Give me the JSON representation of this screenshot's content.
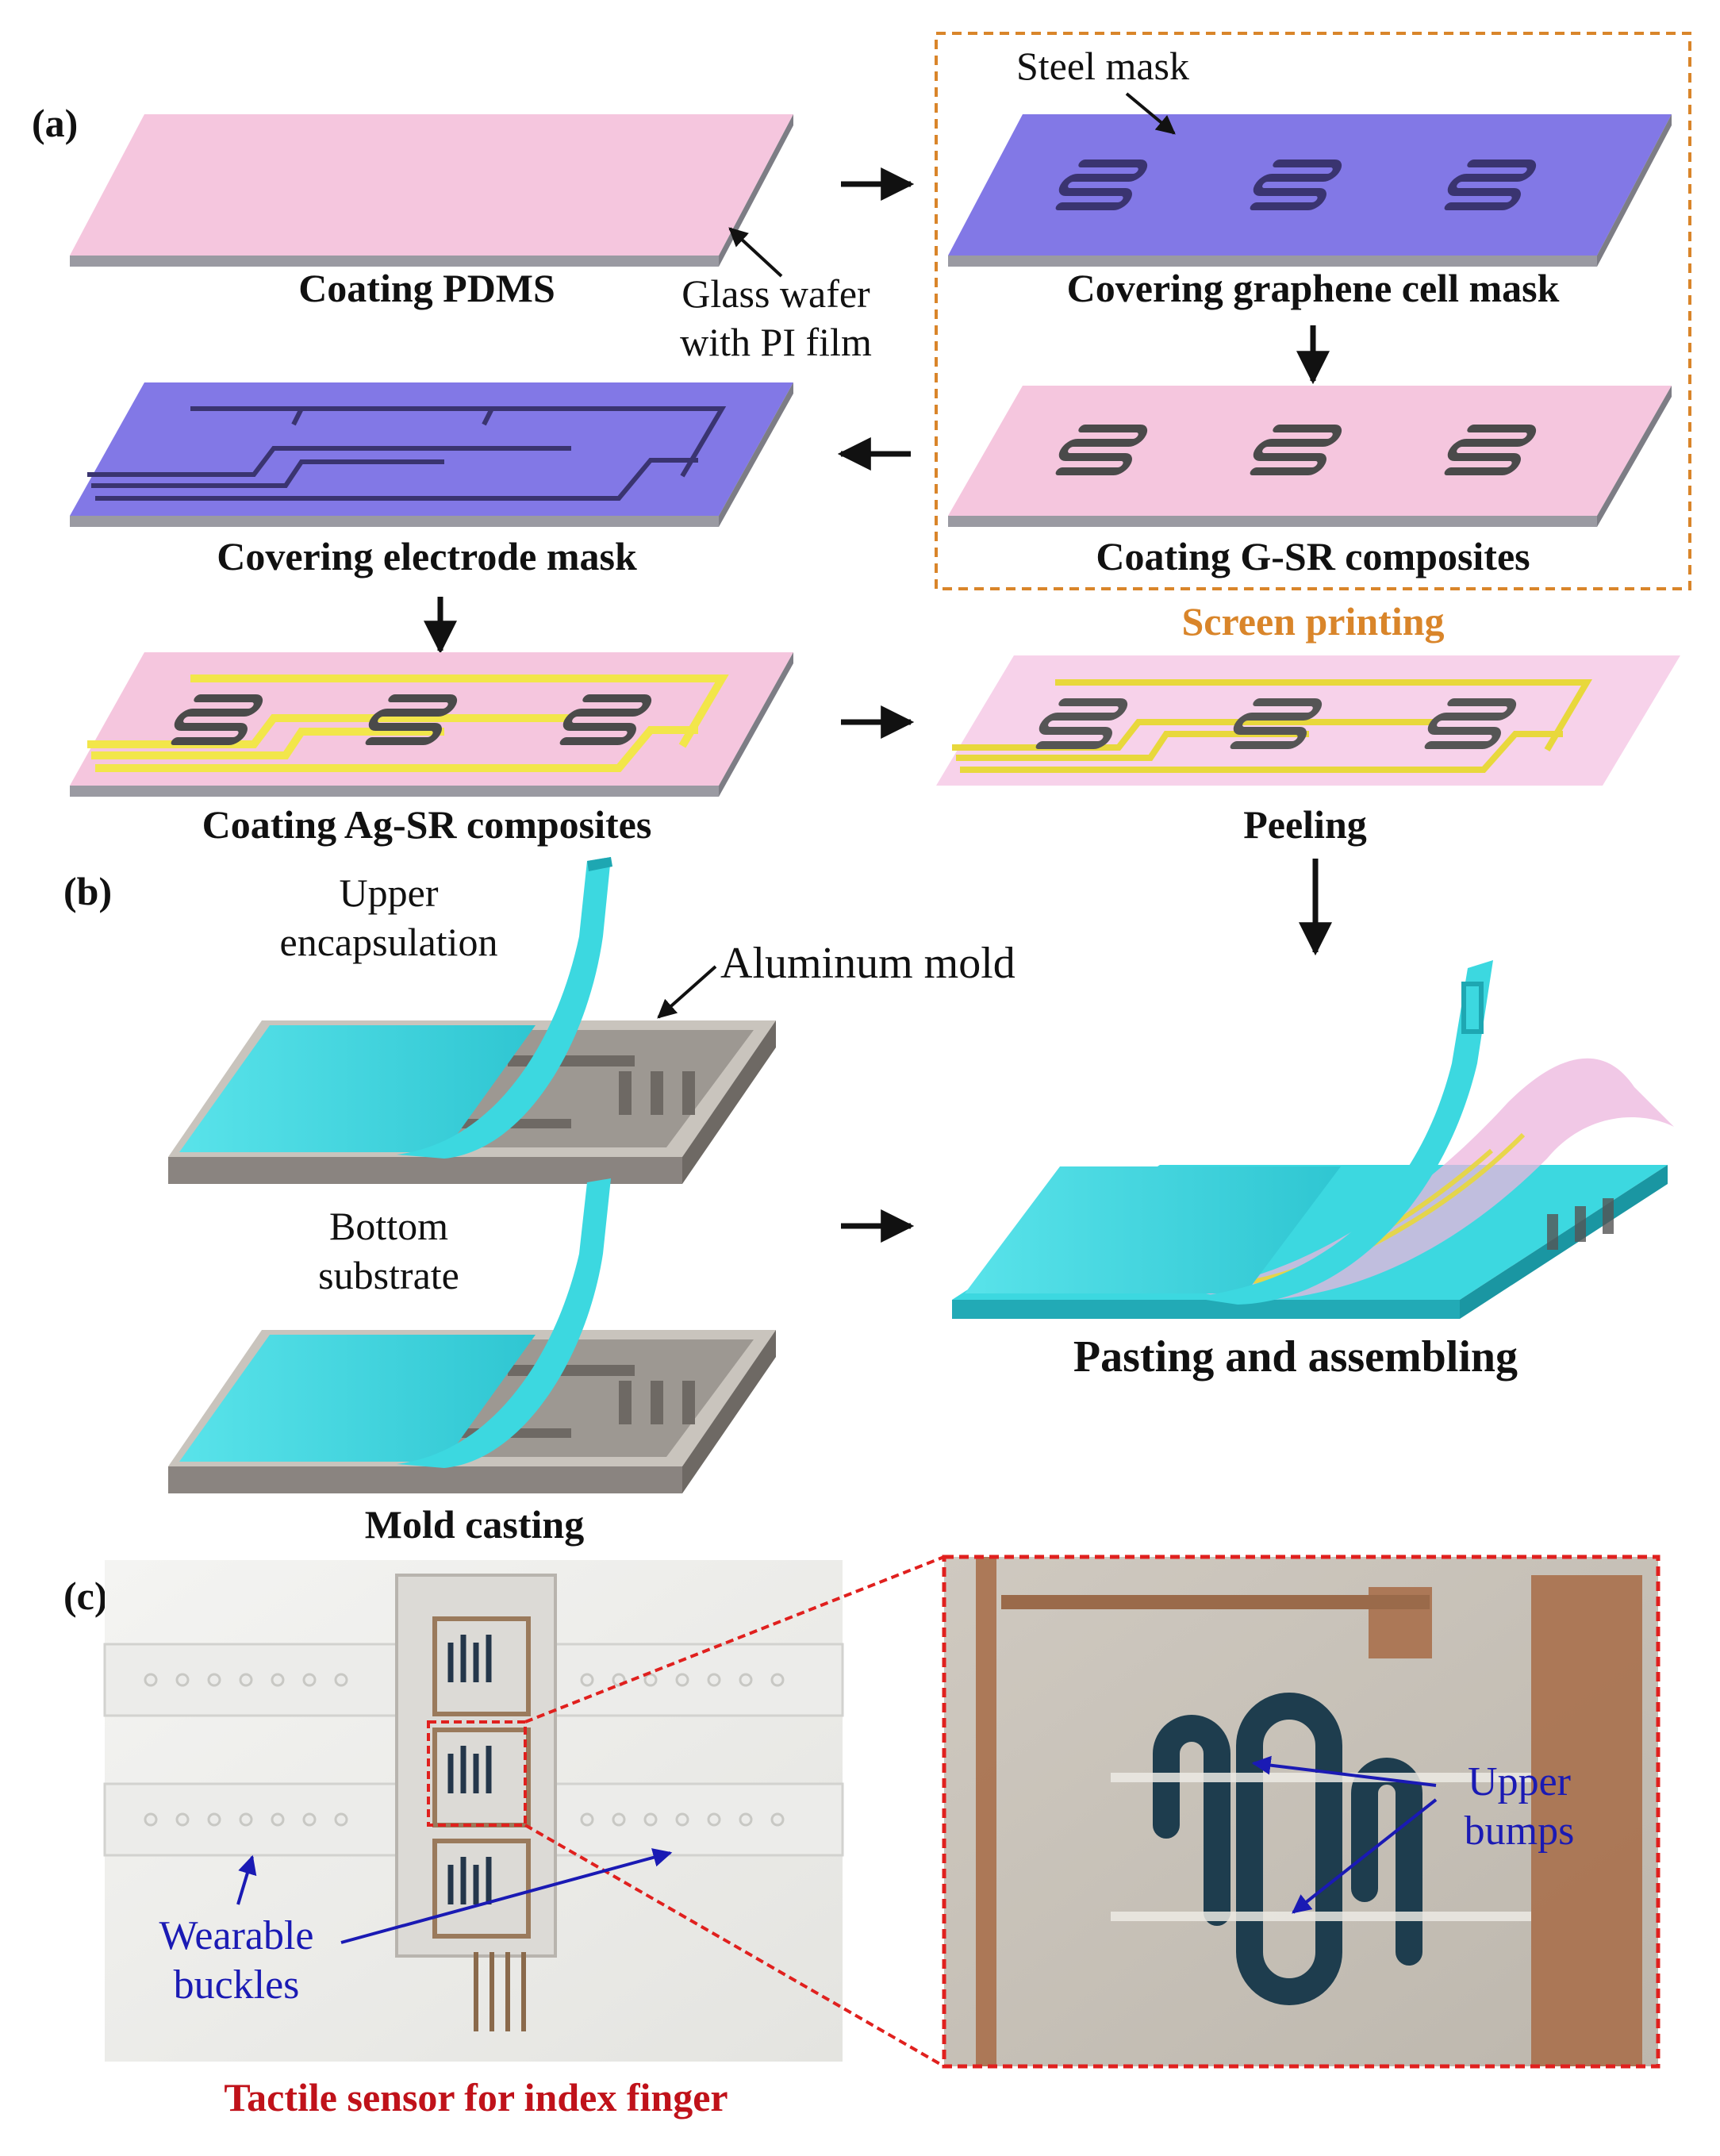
{
  "panel_labels": {
    "a": "(a)",
    "b": "(b)",
    "c": "(c)"
  },
  "steps": {
    "coating_pdms": "Coating PDMS",
    "glass_wafer_line1": "Glass wafer",
    "glass_wafer_line2": "with PI film",
    "steel_mask": "Steel mask",
    "covering_graphene": "Covering graphene cell mask",
    "coating_gsr": "Coating G-SR composites",
    "screen_printing": "Screen printing",
    "covering_electrode": "Covering electrode mask",
    "coating_agsr": "Coating Ag-SR composites",
    "peeling": "Peeling",
    "upper_line1": "Upper",
    "upper_line2": "encapsulation",
    "aluminum_mold": "Aluminum mold",
    "bottom_line1": "Bottom",
    "bottom_line2": "substrate",
    "mold_casting": "Mold casting",
    "pasting": "Pasting and assembling"
  },
  "photo": {
    "wearable_line1": "Wearable",
    "wearable_line2": "buckles",
    "upper_bumps_line1": "Upper",
    "upper_bumps_line2": "bumps",
    "caption": "Tactile sensor for index finger"
  },
  "colors": {
    "pdms_pink": "#f5c6de",
    "mask_blue": "#8278e6",
    "electrode_yellow": "#f2e64a",
    "graphene_dark": "#4a4a4a",
    "encapsulation_cyan": "#3cd8e0",
    "mold_gray": "#8a8480",
    "screen_printing_orange": "#d9852a",
    "caption_red": "#c0121a",
    "annotation_blue": "#1a1ab4"
  }
}
